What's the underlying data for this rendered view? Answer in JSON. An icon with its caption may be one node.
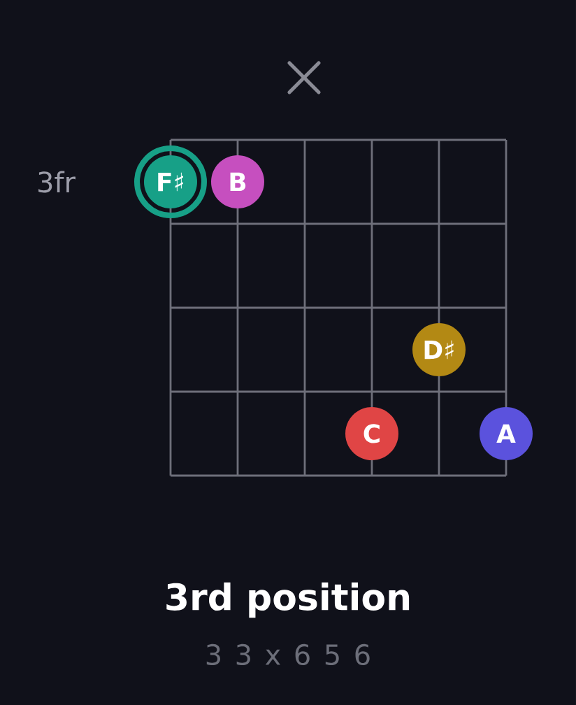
{
  "diagram": {
    "caption": "3rd position",
    "nodes": [
      {
        "text": [
          "F♯"
        ]
      },
      {
        "text": [
          "B"
        ]
      },
      {
        "text": [
          "D♯"
        ]
      },
      {
        "text": [
          "C"
        ]
      },
      {
        "text": [
          "A"
        ]
      }
    ],
    "labels": [
      "3fr",
      "3 3 x 6 5 6"
    ]
  }
}
